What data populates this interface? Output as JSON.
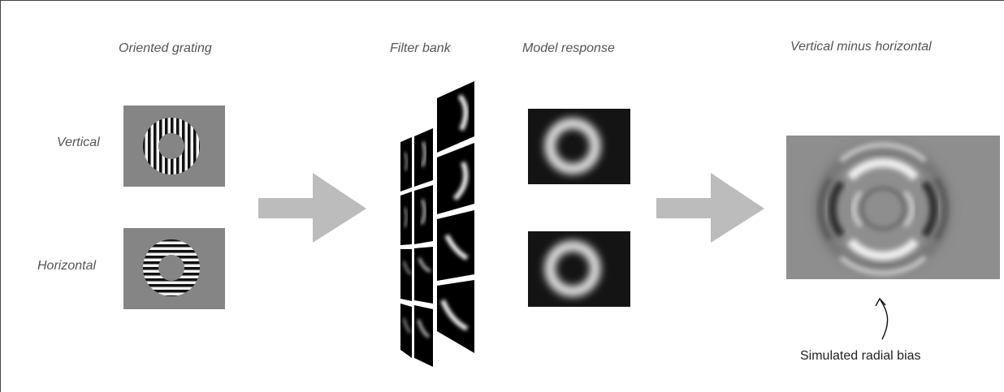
{
  "headings": {
    "stimulus": "Oriented grating",
    "filters": "Filter bank",
    "response": "Model response",
    "difference": "Vertical minus horizontal"
  },
  "rows": {
    "vertical": "Vertical",
    "horizontal": "Horizontal"
  },
  "annotation": "Simulated radial bias"
}
